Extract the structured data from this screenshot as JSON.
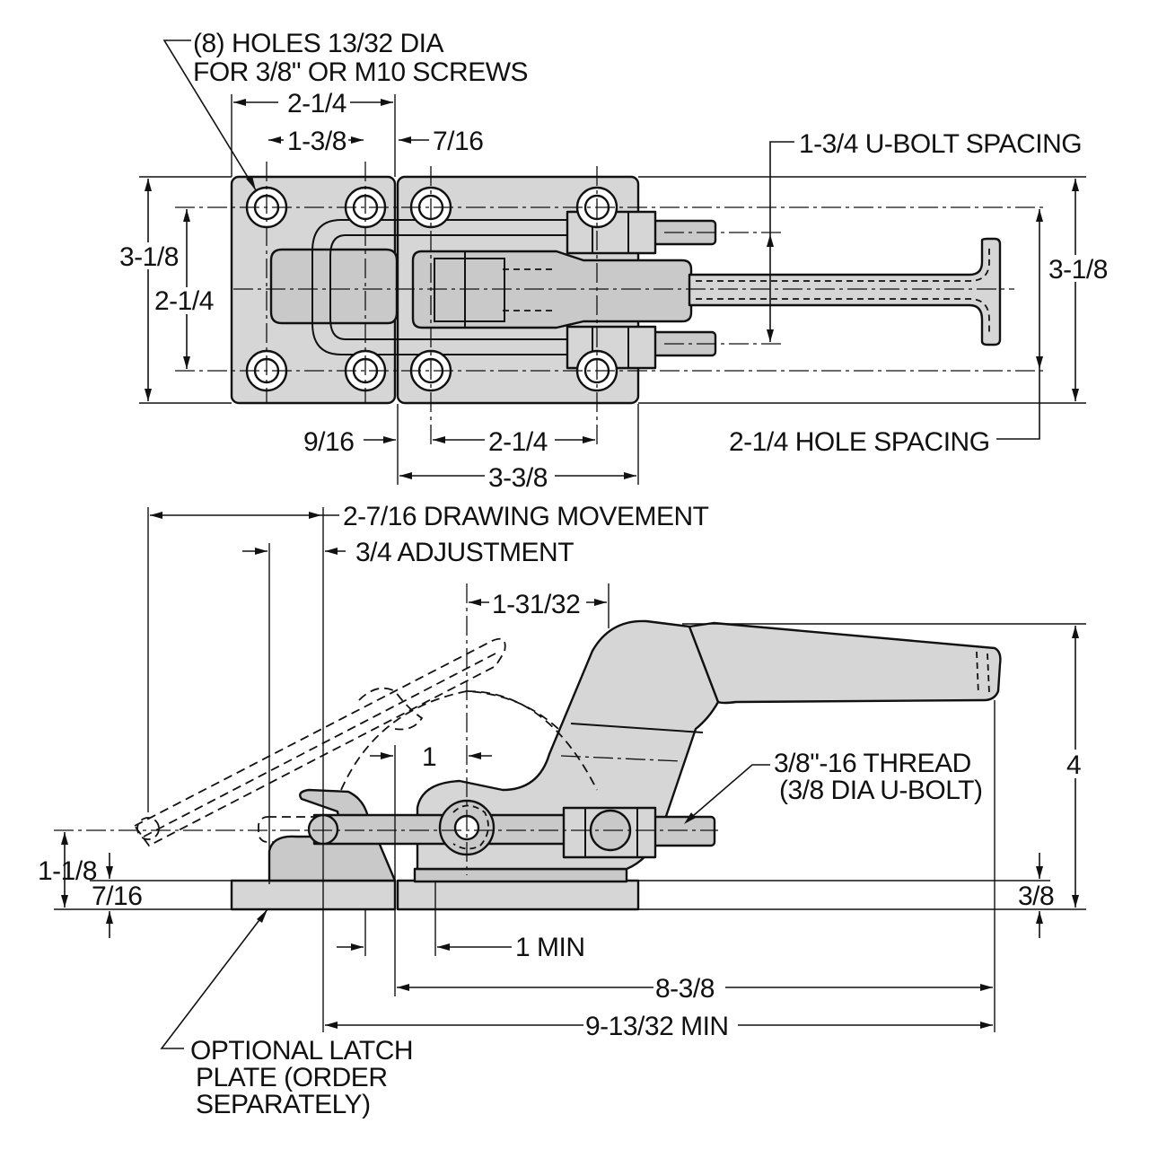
{
  "labels": {
    "holes_note_line1": "(8) HOLES 13/32 DIA",
    "holes_note_line2": "FOR 3/8\" OR M10 SCREWS",
    "top_2_1_4": "2-1/4",
    "top_1_3_8": "1-3/8",
    "top_7_16": "7/16",
    "ubolt_spacing": "1-3/4 U-BOLT SPACING",
    "left_3_1_8": "3-1/8",
    "left_2_1_4": "2-1/4",
    "right_3_1_8": "3-1/8",
    "bottom_9_16": "9/16",
    "bottom_2_1_4": "2-1/4",
    "hole_spacing": "2-1/4 HOLE SPACING",
    "bottom_3_3_8": "3-3/8",
    "drawing_movement": "2-7/16 DRAWING MOVEMENT",
    "adjustment": "3/4 ADJUSTMENT",
    "dim_1_31_32": "1-31/32",
    "dim_1": "1",
    "thread_line1": "3/8\"-16 THREAD",
    "thread_line2": "(3/8 DIA U-BOLT)",
    "height_4": "4",
    "side_1_1_8": "1-1/8",
    "side_7_16": "7/16",
    "side_3_8": "3/8",
    "one_min": "1 MIN",
    "dim_8_3_8": "8-3/8",
    "dim_9_13_32": "9-13/32 MIN",
    "latch_line1": "OPTIONAL LATCH",
    "latch_line2": "PLATE (ORDER",
    "latch_line3": "SEPARATELY)"
  }
}
